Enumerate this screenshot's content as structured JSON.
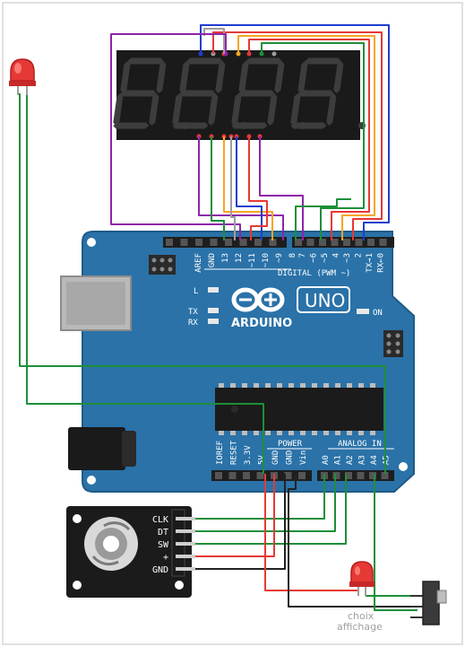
{
  "display": {
    "digits": [
      {
        "name": "digit-1",
        "segments": [
          "a",
          "b",
          "c",
          "d",
          "e",
          "f",
          "g"
        ],
        "dp": true
      },
      {
        "name": "digit-2",
        "segments": [
          "a",
          "b",
          "c",
          "d",
          "e",
          "f",
          "g"
        ],
        "dp": true
      },
      {
        "name": "digit-3",
        "segments": [
          "a",
          "b",
          "c",
          "d",
          "e",
          "f",
          "g"
        ],
        "dp": true
      },
      {
        "name": "digit-4",
        "segments": [
          "a",
          "b",
          "c",
          "d",
          "e",
          "f",
          "g"
        ],
        "dp": true
      }
    ]
  },
  "arduino": {
    "logo_text": "ARDUINO",
    "model": "UNO",
    "on_label": "ON",
    "l_label": "L",
    "tx_label": "TX",
    "rx_label": "RX",
    "digital_label": "DIGITAL (PWM ~)",
    "power_label": "POWER",
    "analog_label": "ANALOG IN",
    "top_pins_left": [
      "AREF",
      "GND",
      "13",
      "12",
      "~11",
      "~10",
      "~9",
      "8"
    ],
    "top_pins_right": [
      "7",
      "~6",
      "~5",
      "4",
      "~3",
      "2",
      "TX→1",
      "RX←0"
    ],
    "power_pins": [
      "IOREF",
      "RESET",
      "3.3V",
      "5V",
      "GND",
      "GND",
      "Vin"
    ],
    "analog_pins": [
      "A0",
      "A1",
      "A2",
      "A3",
      "A4",
      "A5"
    ]
  },
  "encoder": {
    "pins": [
      "CLK",
      "DT",
      "SW",
      "+",
      "GND"
    ]
  },
  "switch_label": "choix affichage",
  "colors": {
    "board": "#2a72a8",
    "board_dark": "#1f5b87",
    "display_bg": "#1a1a1a",
    "segment_off": "#3d3d3d",
    "led_red": "#e53935",
    "wire_green": "#1e8f3a",
    "wire_purple": "#8e24aa",
    "wire_blue": "#1e3ecf",
    "wire_orange": "#f5a623",
    "wire_red": "#e53935",
    "wire_gray": "#9e9e9e",
    "wire_black": "#222222"
  }
}
